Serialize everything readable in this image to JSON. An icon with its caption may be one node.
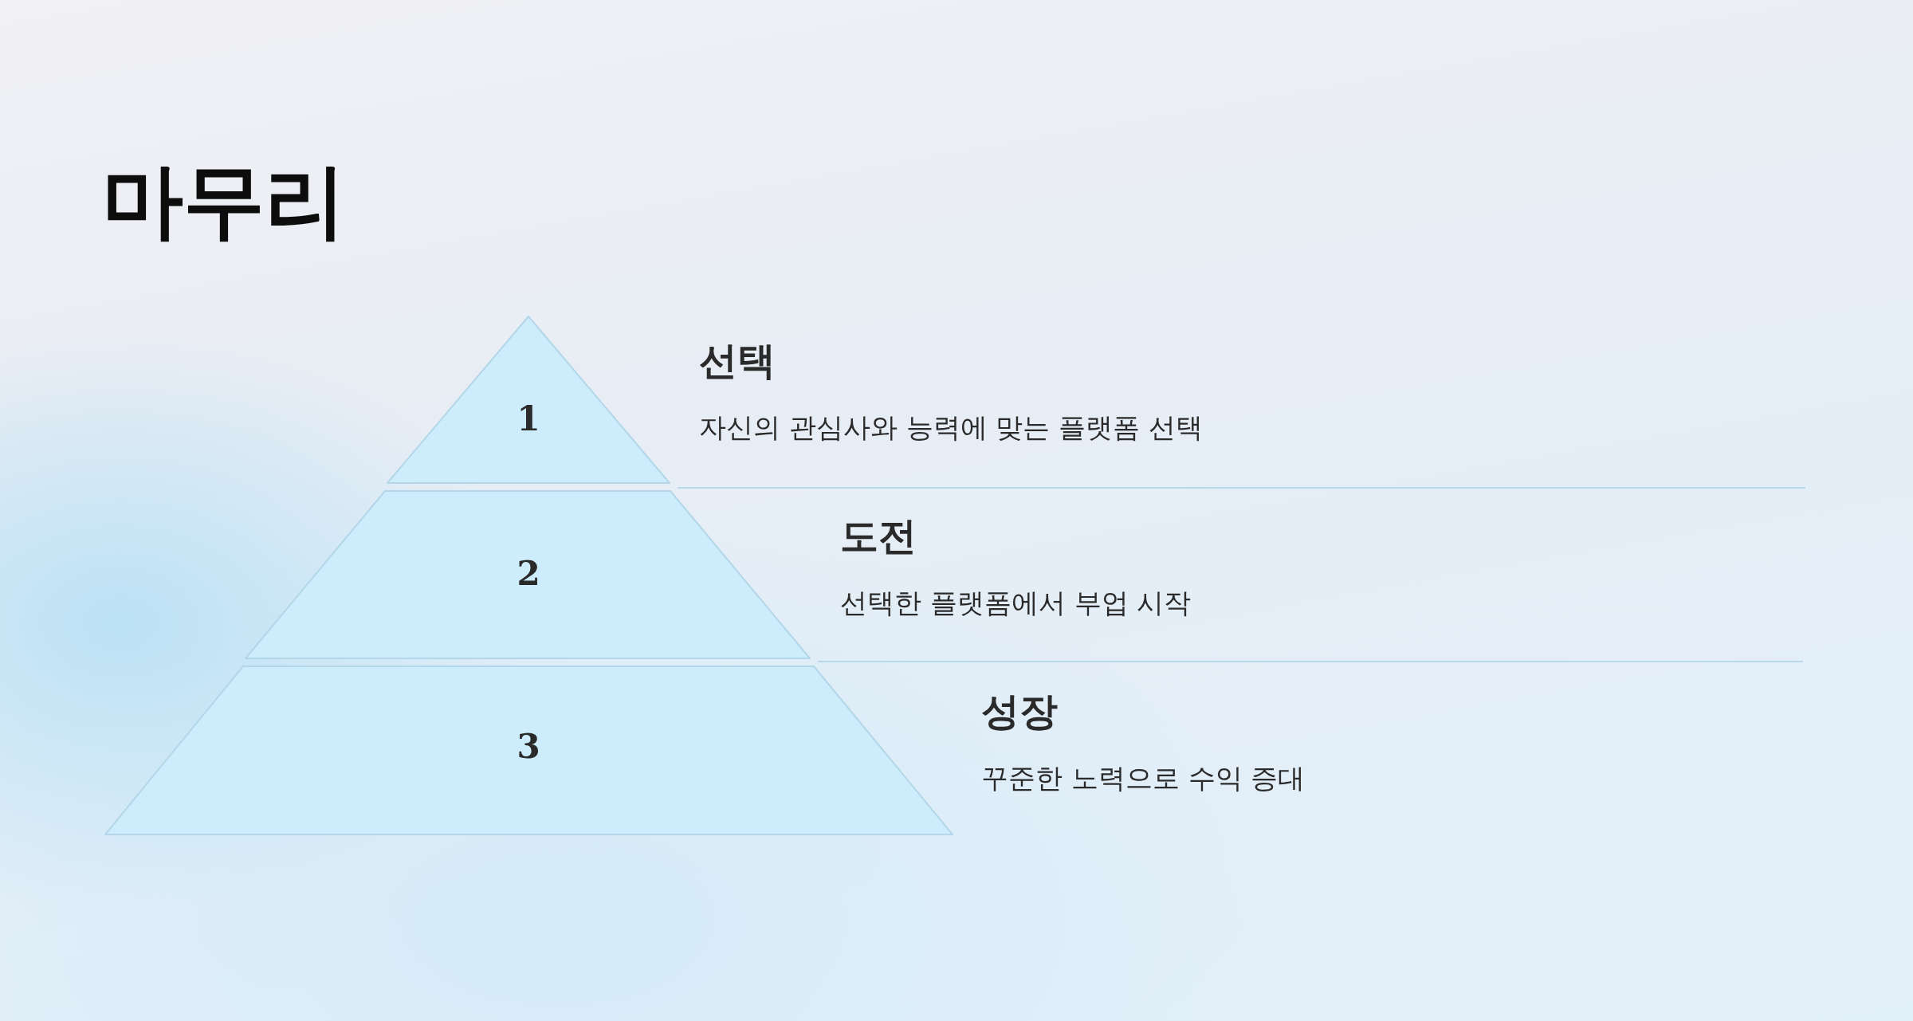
{
  "diagram": {
    "title": "마무리",
    "nodes": [
      {
        "text": [
          "1"
        ],
        "beside": [
          "선택",
          "자신의 관심사와 능력에 맞는 플랫폼 선택"
        ]
      },
      {
        "text": [
          "2"
        ],
        "beside": [
          "도전",
          "선택한 플랫폼에서 부업 시작"
        ]
      },
      {
        "text": [
          "3"
        ],
        "beside": [
          "성장",
          "꾸준한 노력으로 수익 증대"
        ]
      }
    ]
  }
}
